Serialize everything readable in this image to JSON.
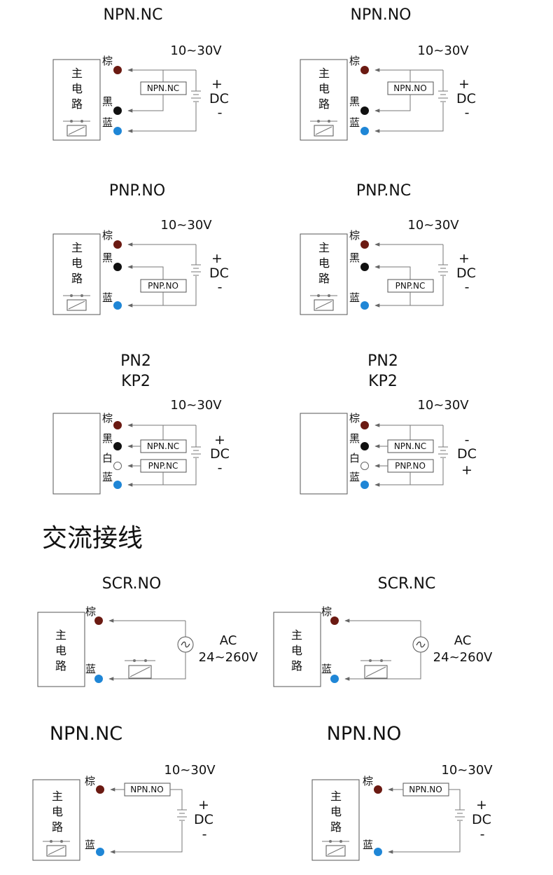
{
  "main_circuit": [
    "主",
    "电",
    "路"
  ],
  "colors": {
    "brown": "#6b1a12",
    "black": "#111111",
    "white": "#ffffff",
    "blue": "#1f86d6",
    "line": "#777777"
  },
  "icons": {
    "relay": "relay-coil-icon",
    "ac_source": "ac-source-icon",
    "battery": "battery-icon"
  },
  "dc": {
    "label": "DC",
    "plus": "+",
    "minus": "-"
  },
  "dc_panels": [
    {
      "title": "NPN.NC",
      "voltage": "10~30V",
      "wires": {
        "brown": "棕",
        "black": "黑",
        "blue": "蓝"
      },
      "sensor": "NPN.NC"
    },
    {
      "title": "NPN.NO",
      "voltage": "10~30V",
      "wires": {
        "brown": "棕",
        "black": "黑",
        "blue": "蓝"
      },
      "sensor": "NPN.NO"
    },
    {
      "title": "PNP.NO",
      "voltage": "10~30V",
      "wires": {
        "brown": "棕",
        "black": "黑",
        "blue": "蓝"
      },
      "sensor": "PNP.NO"
    },
    {
      "title": "PNP.NC",
      "voltage": "10~30V",
      "wires": {
        "brown": "棕",
        "black": "黑",
        "blue": "蓝"
      },
      "sensor": "PNP.NC"
    }
  ],
  "dual_panels": [
    {
      "title_line1": "PN2",
      "title_line2": "KP2",
      "voltage": "10~30V",
      "wires": {
        "brown": "棕",
        "black": "黑",
        "white": "白",
        "blue": "蓝"
      },
      "sensor_top": "NPN.NC",
      "sensor_bottom": "PNP.NC",
      "sign_top": "+",
      "sign_bottom": "-"
    },
    {
      "title_line1": "PN2",
      "title_line2": "KP2",
      "voltage": "10~30V",
      "wires": {
        "brown": "棕",
        "black": "黑",
        "white": "白",
        "blue": "蓝"
      },
      "sensor_top": "NPN.NC",
      "sensor_bottom": "PNP.NO",
      "sign_top": "-",
      "sign_bottom": "+"
    }
  ],
  "ac_section": {
    "title": "交流接线",
    "panels": [
      {
        "title": "SCR.NO",
        "ac": "AC",
        "voltage": "24~260V",
        "wires": {
          "brown": "棕",
          "blue": "蓝"
        }
      },
      {
        "title": "SCR.NC",
        "ac": "AC",
        "voltage": "24~260V",
        "wires": {
          "brown": "棕",
          "blue": "蓝"
        }
      }
    ]
  },
  "two_wire_panels": [
    {
      "title": "NPN.NC",
      "voltage": "10~30V",
      "wires": {
        "brown": "棕",
        "blue": "蓝"
      },
      "sensor": "NPN.NO"
    },
    {
      "title": "NPN.NO",
      "voltage": "10~30V",
      "wires": {
        "brown": "棕",
        "blue": "蓝"
      },
      "sensor": "NPN.NO"
    }
  ]
}
